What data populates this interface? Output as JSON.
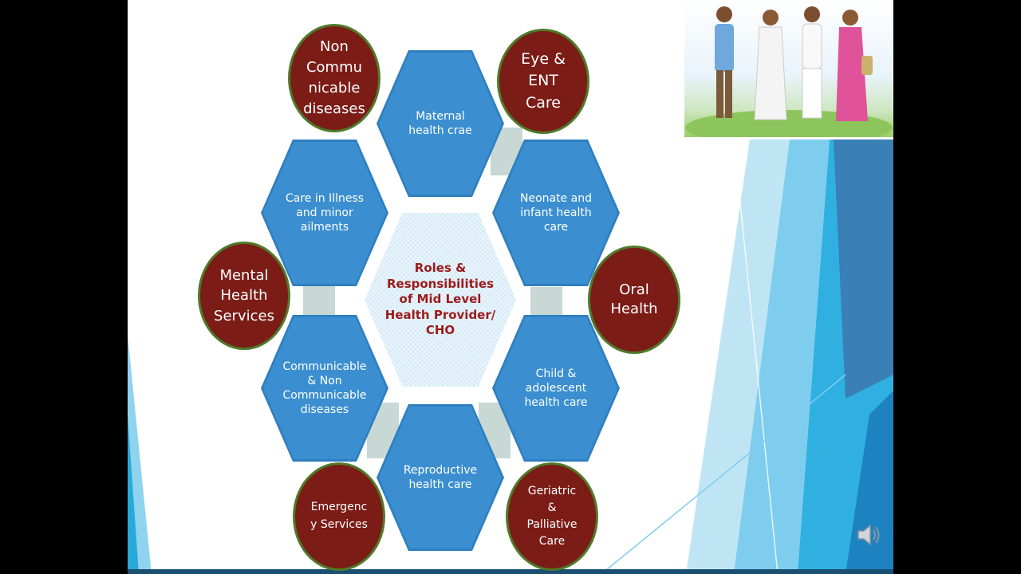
{
  "diagram": {
    "center": "Roles &\nResponsibilities\nof Mid Level\nHealth Provider/\nCHO",
    "hexagons": {
      "maternal": "Maternal\nhealth crae",
      "neonate": "Neonate and\ninfant health\ncare",
      "child": "Child &\nadolescent\nhealth care",
      "reproductive": "Reproductive\nhealth care",
      "communicable": "Communicable\n& Non\nCommunicable\ndiseases",
      "illness": "Care in Illness\nand minor\nailments"
    },
    "circles": {
      "ncd": "Non\nCommu\nnicable\ndiseases",
      "eye_ent": "Eye &\nENT\nCare",
      "oral": "Oral\nHealth",
      "geriatric": "Geriatric\n&\nPalliative\nCare",
      "emergency": "Emergenc\ny Services",
      "mental": "Mental\nHealth\nServices"
    }
  },
  "colors": {
    "hex_fill": "#3b8fd0",
    "circle_fill": "#7b1c17",
    "circle_border": "#4f7a2a",
    "center_text": "#9c1b1b",
    "accent_blue": "#29a9d9"
  },
  "icons": {
    "speaker": "speaker-icon",
    "people": "health-workers-illustration"
  }
}
